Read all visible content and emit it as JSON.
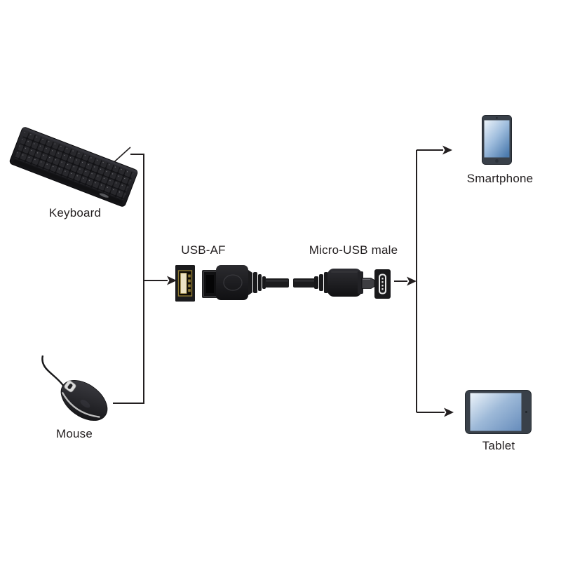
{
  "labels": {
    "keyboard": "Keyboard",
    "mouse": "Mouse",
    "usb_af": "USB-AF",
    "micro_usb": "Micro-USB male",
    "smartphone": "Smartphone",
    "tablet": "Tablet"
  },
  "icons": {
    "keyboard_image": "black-desktop-keyboard-photo",
    "mouse_image": "black-wired-mouse-photo",
    "otg_cable_image": "usb-a-female-to-micro-usb-male-otg-cable-photo",
    "usb_af_port_icon": "usb-a-female-socket",
    "micro_usb_port_icon": "micro-usb-socket",
    "smartphone_image": "smartphone-with-blue-screen",
    "tablet_image": "tablet-landscape-with-blue-screen",
    "flow_arrow": "right-pointing-black-arrow"
  },
  "colors": {
    "background": "#ffffff",
    "line": "#231f20",
    "text": "#231f20",
    "usb_gold": "#8f7a33",
    "usb_cream": "#ece2c3",
    "device_frame": "#394049",
    "screen_light": "#edf4fa",
    "screen_dark_phone": "#4c7bae",
    "screen_dark_tablet": "#6b90be",
    "mouse_rim": "#c6c6c6"
  }
}
